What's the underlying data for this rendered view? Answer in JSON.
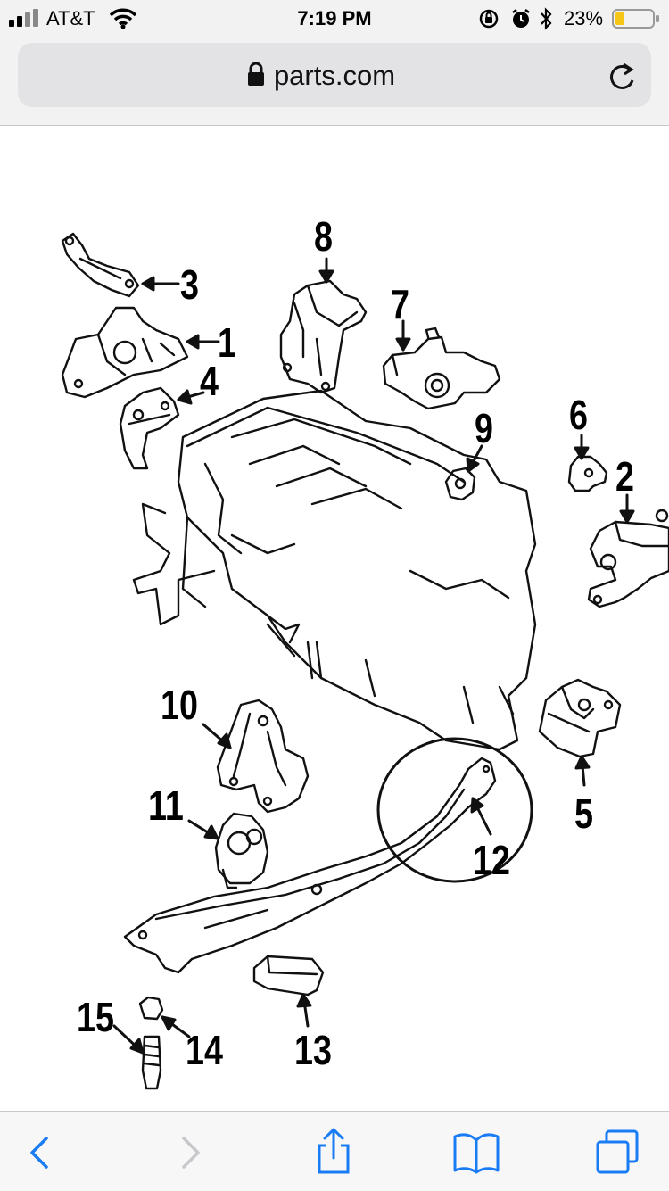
{
  "status_bar": {
    "carrier": "AT&T",
    "time": "7:19 PM",
    "battery_percent": "23%",
    "icons": [
      "signal-icon",
      "wifi-icon",
      "orientation-lock-icon",
      "alarm-icon",
      "bluetooth-icon",
      "battery-icon"
    ]
  },
  "browser": {
    "url": "parts.com",
    "icons": [
      "lock-icon",
      "reload-icon"
    ]
  },
  "diagram": {
    "callouts": [
      "1",
      "2",
      "3",
      "4",
      "5",
      "6",
      "7",
      "8",
      "9",
      "10",
      "11",
      "12",
      "13",
      "14",
      "15"
    ]
  },
  "toolbar": {
    "icons": [
      "back-icon",
      "forward-icon",
      "share-icon",
      "bookmarks-icon",
      "tabs-icon"
    ]
  },
  "colors": {
    "accent": "#1a7cf5",
    "disabled": "#c7c7cc",
    "battery_fill": "#f5c518",
    "annotation_circle": "#111111"
  }
}
